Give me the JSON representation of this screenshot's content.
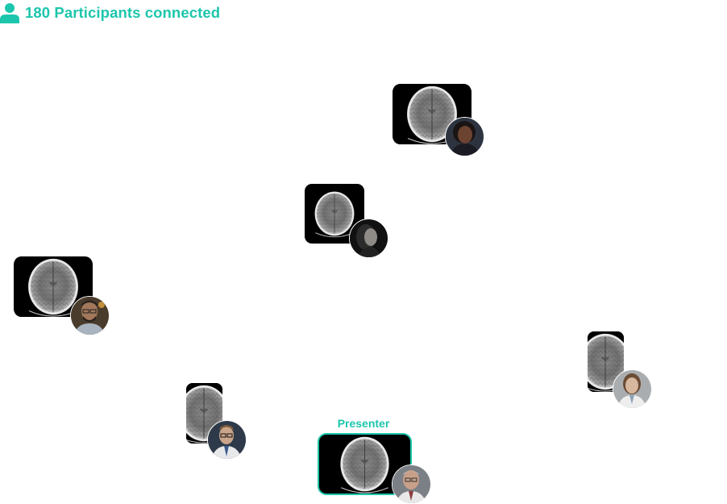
{
  "header": {
    "icon": "user-icon",
    "title": "180 Participants connected",
    "accent_color": "#1cc6ac"
  },
  "presenter": {
    "label": "Presenter"
  },
  "participants": [
    {
      "device": "tablet",
      "screen": "brain-scan",
      "avatar": "woman-dark-hair"
    },
    {
      "device": "tablet",
      "screen": "brain-scan",
      "avatar": "woman-profile"
    },
    {
      "device": "tablet",
      "screen": "brain-scan",
      "avatar": "man-glasses-beard"
    },
    {
      "device": "phone",
      "screen": "brain-scan",
      "avatar": "man-glasses-young"
    },
    {
      "device": "phone",
      "screen": "brain-scan",
      "avatar": "woman-doctor"
    },
    {
      "device": "tablet",
      "screen": "brain-scan",
      "avatar": "older-man-doctor",
      "role": "presenter"
    }
  ]
}
